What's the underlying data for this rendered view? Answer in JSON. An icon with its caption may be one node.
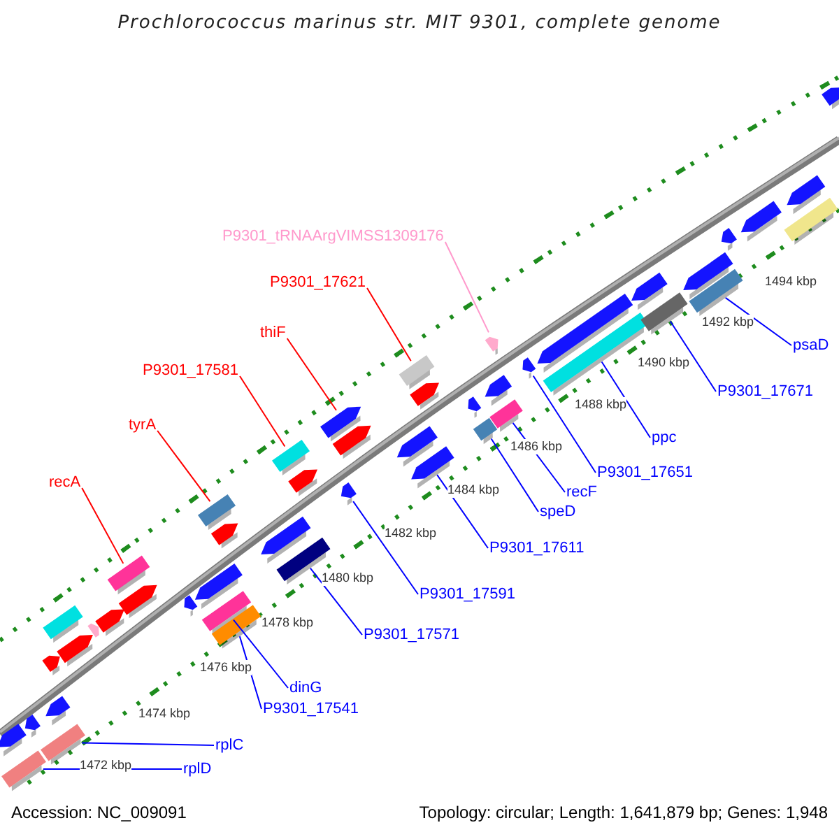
{
  "diagram": {
    "title": "Prochlorococcus marinus str. MIT 9301, complete genome",
    "nodes": [
      {
        "text": [
          "P9301_tRNAArgVIMSS1309176"
        ]
      },
      {
        "text": [
          "P9301_17621"
        ]
      },
      {
        "text": [
          "thiF"
        ]
      },
      {
        "text": [
          "P9301_17581"
        ]
      },
      {
        "text": [
          "tyrA"
        ]
      },
      {
        "text": [
          "recA"
        ]
      },
      {
        "text": [
          "psaD"
        ]
      },
      {
        "text": [
          "P9301_17671"
        ]
      },
      {
        "text": [
          "ppc"
        ]
      },
      {
        "text": [
          "P9301_17651"
        ]
      },
      {
        "text": [
          "recF"
        ]
      },
      {
        "text": [
          "speD"
        ]
      },
      {
        "text": [
          "P9301_17611"
        ]
      },
      {
        "text": [
          "P9301_17591"
        ]
      },
      {
        "text": [
          "P9301_17571"
        ]
      },
      {
        "text": [
          "dinG"
        ]
      },
      {
        "text": [
          "P9301_17541"
        ]
      },
      {
        "text": [
          "rplC"
        ]
      },
      {
        "text": [
          "rplD"
        ]
      },
      {
        "text": [],
        "shape": "arrow"
      },
      {
        "text": [],
        "shape": "bar"
      },
      {
        "text": [],
        "shape": "arrow"
      },
      {
        "text": [],
        "shape": "arrow"
      },
      {
        "text": [],
        "shape": "arrow"
      },
      {
        "text": [],
        "shape": "bar"
      },
      {
        "text": [],
        "shape": "bar"
      },
      {
        "text": [],
        "shape": "arrow"
      },
      {
        "text": [],
        "shape": "arrow"
      },
      {
        "text": [],
        "shape": "arrow"
      },
      {
        "text": [],
        "shape": "bar"
      },
      {
        "text": [],
        "shape": "arrow"
      },
      {
        "text": [],
        "shape": "arrow"
      },
      {
        "text": [],
        "shape": "bar"
      },
      {
        "text": [],
        "shape": "arrow"
      },
      {
        "text": [],
        "shape": "arrow"
      },
      {
        "text": [],
        "shape": "bar"
      },
      {
        "text": [],
        "shape": "bar"
      },
      {
        "text": [],
        "shape": "arrow"
      },
      {
        "text": [],
        "shape": "bar"
      },
      {
        "text": [],
        "shape": "bar"
      },
      {
        "text": [],
        "shape": "arrow"
      },
      {
        "text": [],
        "shape": "arrow"
      },
      {
        "text": [],
        "shape": "arrow"
      },
      {
        "text": [],
        "shape": "arrow"
      },
      {
        "text": [],
        "shape": "arrow"
      },
      {
        "text": [],
        "shape": "bar"
      },
      {
        "text": [],
        "shape": "arrow"
      },
      {
        "text": [],
        "shape": "arrow"
      },
      {
        "text": [],
        "shape": "arrow"
      },
      {
        "text": [],
        "shape": "bar"
      },
      {
        "text": [],
        "shape": "arrow"
      },
      {
        "text": [],
        "shape": "arrow"
      },
      {
        "text": [],
        "shape": "bar"
      },
      {
        "text": [],
        "shape": "arrow"
      },
      {
        "text": [],
        "shape": "arrow"
      },
      {
        "text": [],
        "shape": "bar"
      },
      {
        "text": [],
        "shape": "arrow"
      },
      {
        "text": [],
        "shape": "bar"
      },
      {
        "text": [],
        "shape": "arrow"
      },
      {
        "text": [],
        "shape": "bar"
      },
      {
        "text": [],
        "shape": "arrow"
      },
      {
        "text": [],
        "shape": "arrow"
      },
      {
        "text": [],
        "shape": "arrow"
      },
      {
        "text": [],
        "shape": "bar"
      },
      {
        "text": [],
        "shape": "arrow"
      }
    ],
    "edges": [
      {
        "from": 0,
        "to": 50,
        "arrow": "none",
        "color": "#ff99cc"
      },
      {
        "from": 1,
        "to": 45,
        "arrow": "none",
        "color": "#ff0000"
      },
      {
        "from": 2,
        "to": 41,
        "arrow": "none",
        "color": "#ff0000"
      },
      {
        "from": 3,
        "to": 38,
        "arrow": "none",
        "color": "#ff0000"
      },
      {
        "from": 4,
        "to": 32,
        "arrow": "none",
        "color": "#ff0000"
      },
      {
        "from": 5,
        "to": 29,
        "arrow": "none",
        "color": "#ff0000"
      },
      {
        "from": 6,
        "to": 59,
        "arrow": "none"
      },
      {
        "from": 7,
        "to": 57,
        "arrow": "none"
      },
      {
        "from": 8,
        "to": 55,
        "arrow": "none"
      },
      {
        "from": 9,
        "to": 53,
        "arrow": "none"
      },
      {
        "from": 10,
        "to": 52,
        "arrow": "none"
      },
      {
        "from": 11,
        "to": 49,
        "arrow": "none"
      },
      {
        "from": 12,
        "to": 47,
        "arrow": "none"
      },
      {
        "from": 13,
        "to": 42,
        "arrow": "none"
      },
      {
        "from": 14,
        "to": 39,
        "arrow": "none"
      },
      {
        "from": 15,
        "to": 35,
        "arrow": "none"
      },
      {
        "from": 16,
        "to": 36,
        "arrow": "none"
      },
      {
        "from": 17,
        "to": 25,
        "arrow": "none"
      },
      {
        "from": 18,
        "to": 20,
        "arrow": "none"
      }
    ],
    "labels": [
      "1494 kbp",
      "1492 kbp",
      "1490 kbp",
      "1488 kbp",
      "1486 kbp",
      "1484 kbp",
      "1482 kbp",
      "1480 kbp",
      "1478 kbp",
      "1476 kbp",
      "1474 kbp",
      "1472 kbp",
      "Accession: NC_009091",
      "Topology: circular; Length: 1,641,879 bp; Genes: 1,948"
    ]
  }
}
